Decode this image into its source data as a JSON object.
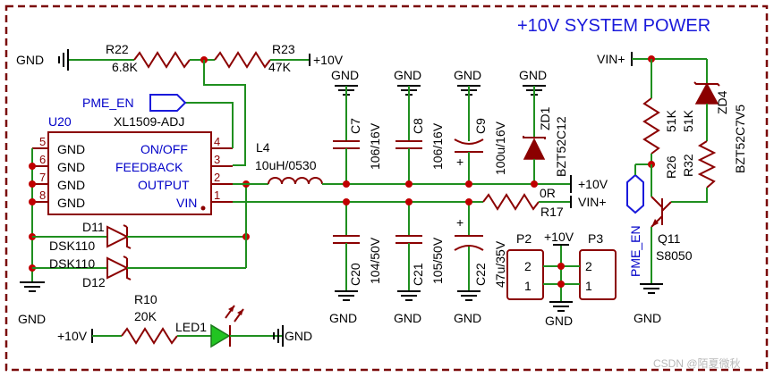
{
  "title": "+10V SYSTEM POWER",
  "watermark": "CSDN @陌夏微秋",
  "nets": {
    "gnd": "GND",
    "plus10v": "+10V",
    "vin_plus": "VIN+",
    "pme_en": "PME_EN",
    "pme_en_short": "PME_EN"
  },
  "u20": {
    "ref": "U20",
    "value": "XL1509-ADJ",
    "pins_left": [
      "GND",
      "GND",
      "GND",
      "GND"
    ],
    "pins_left_num": [
      "5",
      "6",
      "7",
      "8"
    ],
    "pins_right": [
      "ON/OFF",
      "FEEDBACK",
      "OUTPUT",
      "VIN"
    ],
    "pins_right_num": [
      "4",
      "3",
      "2",
      "1"
    ]
  },
  "r22": {
    "ref": "R22",
    "value": "6.8K"
  },
  "r23": {
    "ref": "R23",
    "value": "47K"
  },
  "l4": {
    "ref": "L4",
    "value": "10uH/0530"
  },
  "c7": {
    "ref": "C7",
    "value": "106/16V"
  },
  "c8": {
    "ref": "C8",
    "value": "106/16V"
  },
  "c9": {
    "ref": "C9",
    "value": "100u/16V"
  },
  "zd1": {
    "ref": "ZD1",
    "value": "BZT52C12"
  },
  "c20": {
    "ref": "C20",
    "value": "104/50V"
  },
  "c21": {
    "ref": "C21",
    "value": "105/50V"
  },
  "c22": {
    "ref": "C22",
    "value": "47u/35V"
  },
  "r17": {
    "ref": "R17",
    "value": "0R"
  },
  "d11": {
    "ref": "D11",
    "value": "DSK110"
  },
  "d12": {
    "ref": "D12",
    "value": "DSK110"
  },
  "r10": {
    "ref": "R10",
    "value": "20K"
  },
  "led1": {
    "ref": "LED1"
  },
  "p2": {
    "ref": "P2",
    "pins": [
      "2",
      "1"
    ]
  },
  "p3": {
    "ref": "P3",
    "pins": [
      "2",
      "1"
    ]
  },
  "r26": {
    "ref": "R26",
    "value": "51K"
  },
  "r32": {
    "ref": "R32",
    "value": "51K"
  },
  "zd4": {
    "ref": "ZD4",
    "value": "BZT52C7V5"
  },
  "q11": {
    "ref": "Q11",
    "value": "S8050"
  },
  "polarity_plus": "+"
}
